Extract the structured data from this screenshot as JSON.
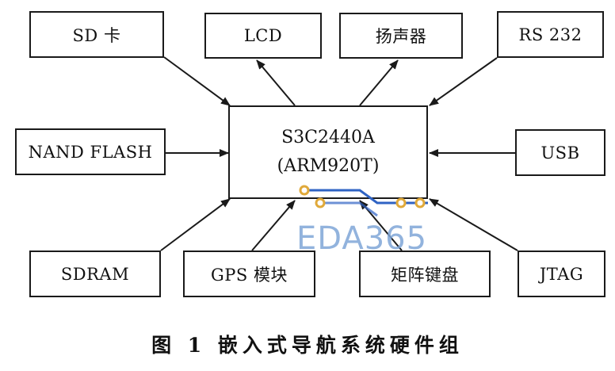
{
  "blocks": {
    "sd": "SD 卡",
    "lcd": "LCD",
    "speaker": "扬声器",
    "rs232": "RS 232",
    "nand": "NAND FLASH",
    "usb": "USB",
    "sdram": "SDRAM",
    "gps": "GPS 模块",
    "keypad": "矩阵键盘",
    "jtag": "JTAG"
  },
  "processor": {
    "chip": "S3C2440A",
    "core": "(ARM920T)"
  },
  "caption": "图 1   嵌入式导航系统硬件组",
  "watermark": "EDA365",
  "colors": {
    "line": "#1a1a1a",
    "watermark_text": "#7fa6d8",
    "watermark_trace": "#2f63c4",
    "watermark_pad": "#e0a93a"
  }
}
